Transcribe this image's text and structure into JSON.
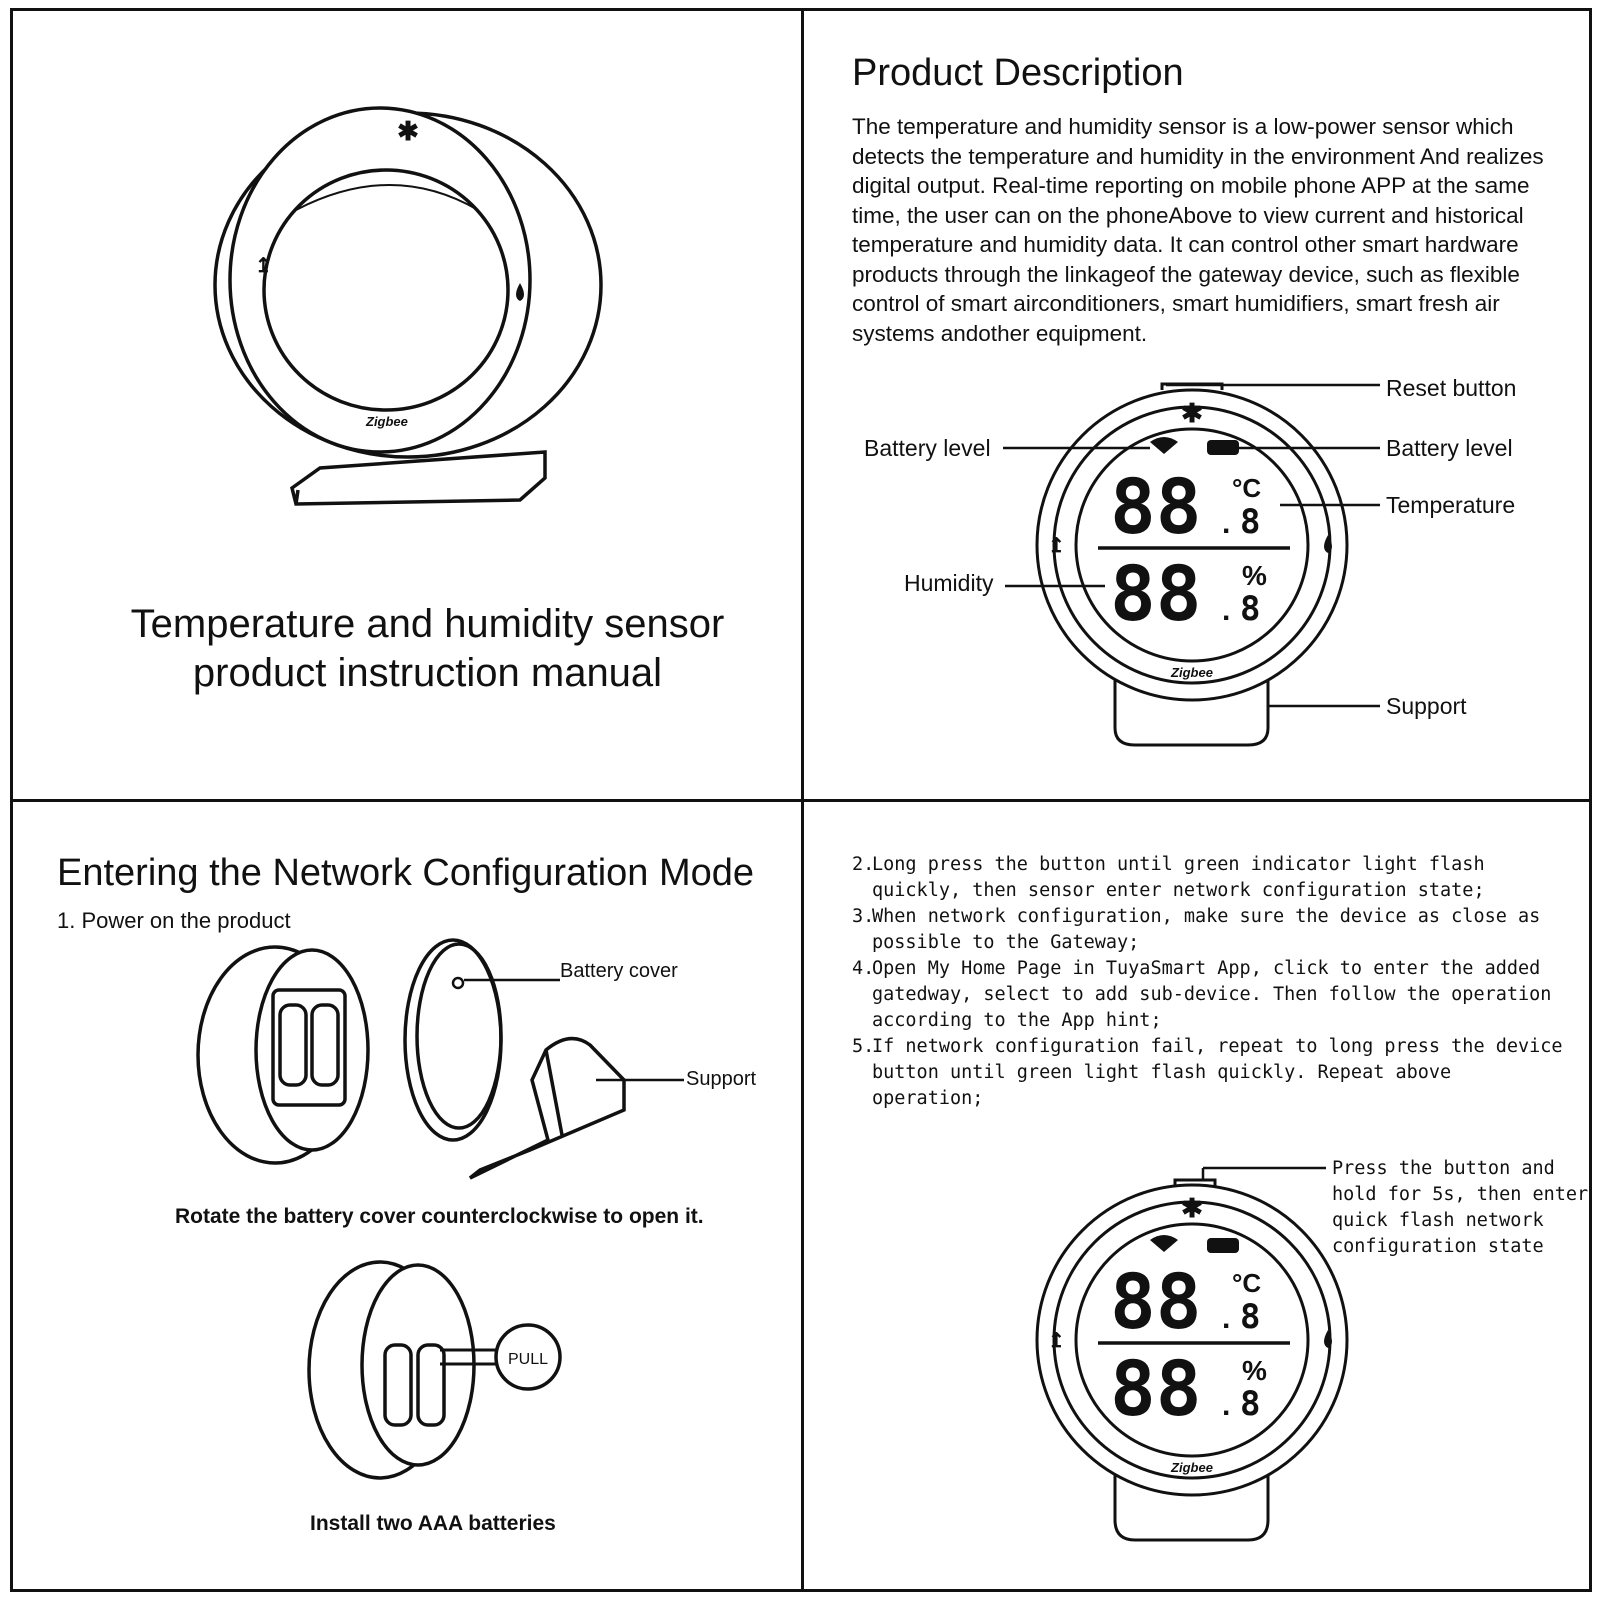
{
  "cover": {
    "title_line1": "Temperature and humidity sensor",
    "title_line2": "product instruction manual",
    "device_brand": "Zigbee"
  },
  "description": {
    "title": "Product Description",
    "paragraph": "The temperature and humidity sensor is a low-power sensor which detects the temperature and humidity in the environment And realizes digital output. Real-time reporting on mobile phone APP at the same time, the user can on the phoneAbove to view current and historical temperature and humidity data. It can control other smart hardware products through the linkageof the gateway device, such as flexible control of smart airconditioners, smart humidifiers, smart fresh air systems andother equipment."
  },
  "diagram": {
    "labels": {
      "reset_button": "Reset button",
      "battery_level_left": "Battery level",
      "battery_level_right": "Battery level",
      "temperature": "Temperature",
      "humidity": "Humidity",
      "support": "Support"
    },
    "display": {
      "temp_digits": "88",
      "temp_decimal": "8",
      "temp_unit": "°C",
      "hum_digits": "88",
      "hum_decimal": "8",
      "hum_unit": "%",
      "brand": "Zigbee"
    }
  },
  "network": {
    "title": "Entering the Network Configuration Mode",
    "step1": "1. Power on the product",
    "battery_cover_label": "Battery cover",
    "support_label": "Support",
    "rotate_caption": "Rotate the battery cover counterclockwise to open it.",
    "pull_label": "PULL",
    "install_caption": "Install two AAA batteries",
    "steps": [
      {
        "num": "2.",
        "text": "Long press the button until green indicator light flash quickly, then sensor enter network configuration state;"
      },
      {
        "num": "3.",
        "text": "When network configuration, make sure the device as close as possible to the Gateway;"
      },
      {
        "num": "4.",
        "text": "Open My Home Page in TuyaSmart App, click to enter the added gatedway, select to add sub-device. Then follow the operation according to the App hint;"
      },
      {
        "num": "5.",
        "text": "If  network configuration fail, repeat to long press the device button until green light flash quickly. Repeat above operation;"
      }
    ],
    "press_note": "Press the button and hold for 5s, then enter quick flash network configuration state"
  }
}
